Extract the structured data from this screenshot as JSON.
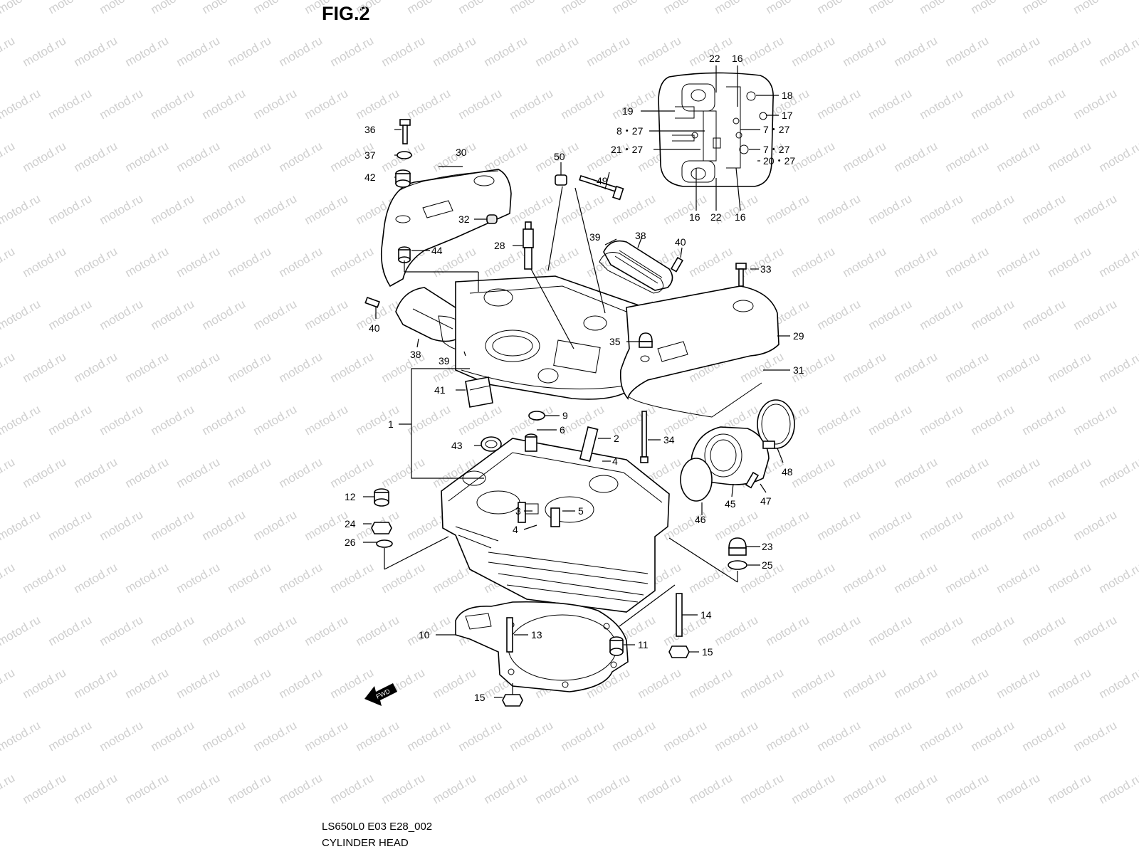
{
  "title": "FIG.2",
  "caption": {
    "code": "LS650L0 E03 E28_002",
    "name": "CYLINDER HEAD"
  },
  "watermark": "motod.ru",
  "fwd_label": "FWD",
  "callouts": [
    {
      "id": "c36",
      "text": "36"
    },
    {
      "id": "c37",
      "text": "37"
    },
    {
      "id": "c30",
      "text": "30"
    },
    {
      "id": "c42",
      "text": "42"
    },
    {
      "id": "c32",
      "text": "32"
    },
    {
      "id": "c44",
      "text": "44"
    },
    {
      "id": "c40a",
      "text": "40"
    },
    {
      "id": "c38a",
      "text": "38"
    },
    {
      "id": "c39a",
      "text": "39"
    },
    {
      "id": "c50",
      "text": "50"
    },
    {
      "id": "c49",
      "text": "49"
    },
    {
      "id": "c28",
      "text": "28"
    },
    {
      "id": "c39b",
      "text": "39"
    },
    {
      "id": "c38b",
      "text": "38"
    },
    {
      "id": "c40b",
      "text": "40"
    },
    {
      "id": "c33",
      "text": "33"
    },
    {
      "id": "c35",
      "text": "35"
    },
    {
      "id": "c29",
      "text": "29"
    },
    {
      "id": "c31",
      "text": "31"
    },
    {
      "id": "c41",
      "text": "41"
    },
    {
      "id": "c9",
      "text": "9"
    },
    {
      "id": "c1",
      "text": "1"
    },
    {
      "id": "c6",
      "text": "6"
    },
    {
      "id": "c2",
      "text": "2"
    },
    {
      "id": "c43",
      "text": "43"
    },
    {
      "id": "c4a",
      "text": "4"
    },
    {
      "id": "c34",
      "text": "34"
    },
    {
      "id": "c48",
      "text": "48"
    },
    {
      "id": "c12",
      "text": "12"
    },
    {
      "id": "c24",
      "text": "24"
    },
    {
      "id": "c26",
      "text": "26"
    },
    {
      "id": "c3",
      "text": "3"
    },
    {
      "id": "c5",
      "text": "5"
    },
    {
      "id": "c4b",
      "text": "4"
    },
    {
      "id": "c46",
      "text": "46"
    },
    {
      "id": "c45",
      "text": "45"
    },
    {
      "id": "c47",
      "text": "47"
    },
    {
      "id": "c23",
      "text": "23"
    },
    {
      "id": "c25",
      "text": "25"
    },
    {
      "id": "c14",
      "text": "14"
    },
    {
      "id": "c10",
      "text": "10"
    },
    {
      "id": "c13",
      "text": "13"
    },
    {
      "id": "c11",
      "text": "11"
    },
    {
      "id": "c15a",
      "text": "15"
    },
    {
      "id": "c15b",
      "text": "15"
    },
    {
      "id": "c22a",
      "text": "22"
    },
    {
      "id": "c16a",
      "text": "16"
    },
    {
      "id": "c18",
      "text": "18"
    },
    {
      "id": "c19",
      "text": "19"
    },
    {
      "id": "c17",
      "text": "17"
    },
    {
      "id": "c827",
      "text": "8・27"
    },
    {
      "id": "c727a",
      "text": "7・27"
    },
    {
      "id": "c2127",
      "text": "21・27"
    },
    {
      "id": "c727b",
      "text": "7・27"
    },
    {
      "id": "c2027",
      "text": "20・27"
    },
    {
      "id": "c16b",
      "text": "16"
    },
    {
      "id": "c22b",
      "text": "22"
    },
    {
      "id": "c16c",
      "text": "16"
    }
  ]
}
